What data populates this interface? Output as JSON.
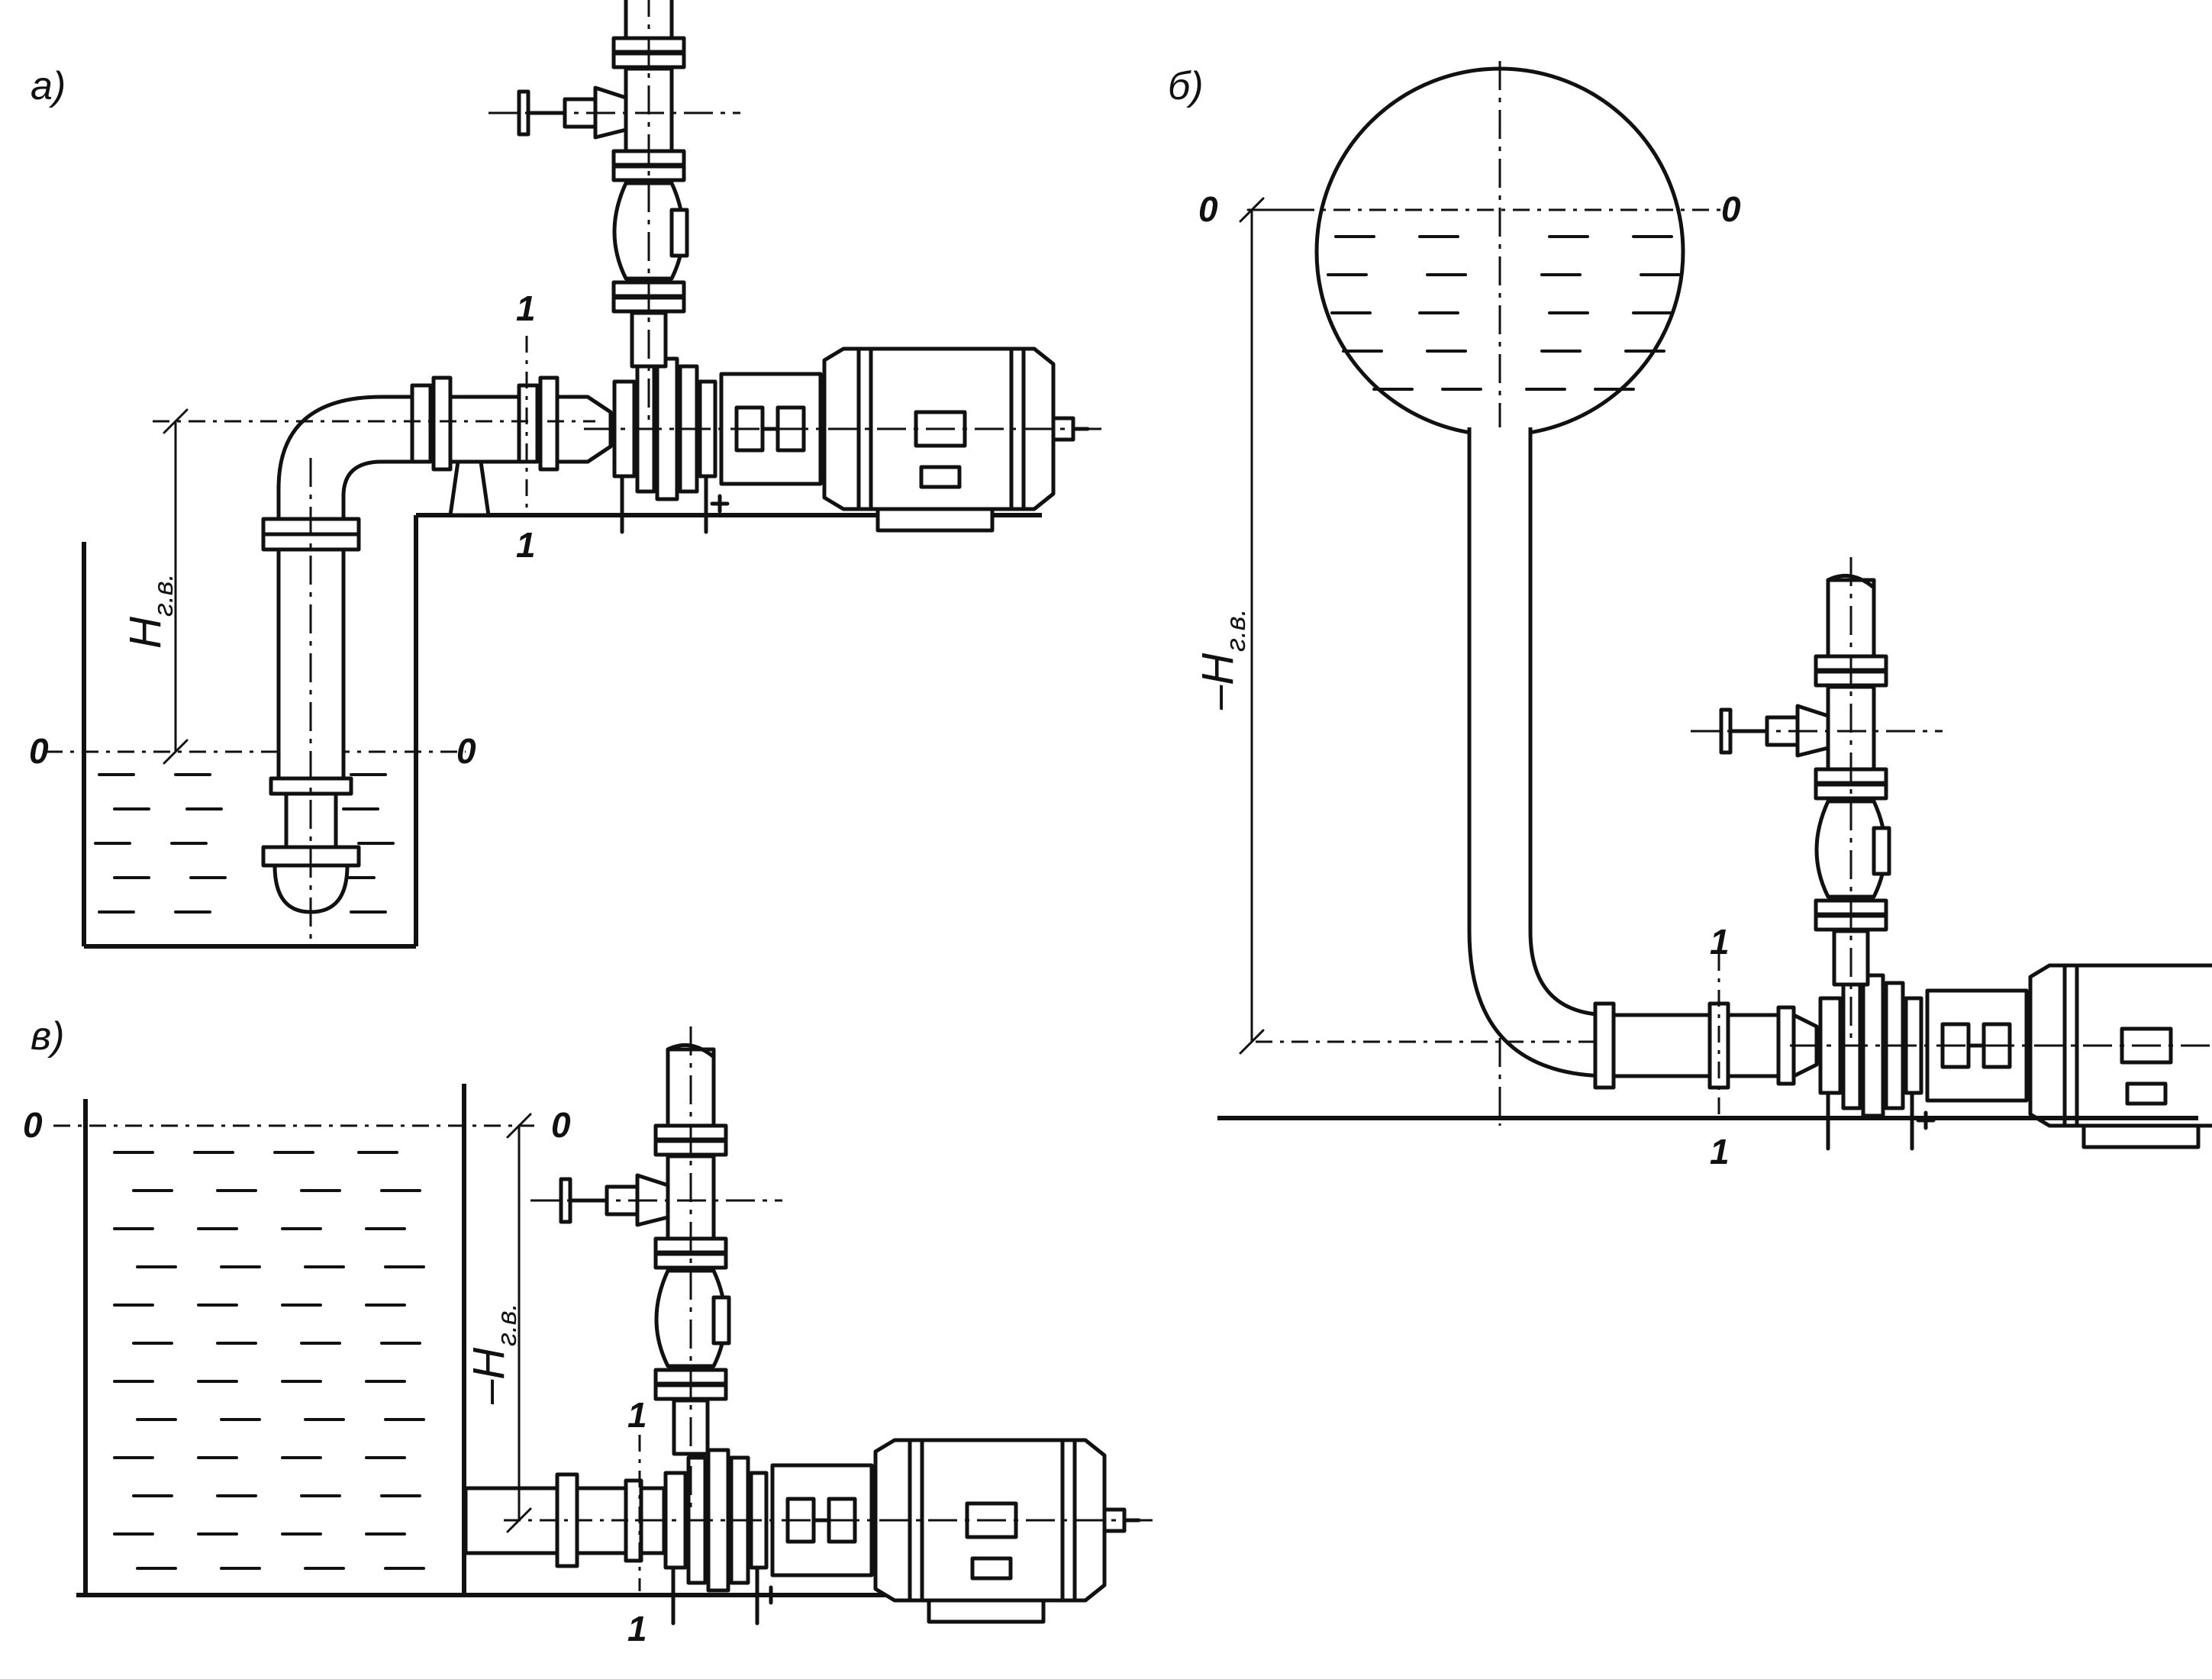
{
  "panels": {
    "a": {
      "label": "а)",
      "level_left": "0",
      "level_right": "0",
      "section_top": "1",
      "section_bottom": "1",
      "head_main": "H",
      "head_sub": "г.в."
    },
    "b": {
      "label": "б)",
      "level_left": "0",
      "level_right": "0",
      "section_top": "1",
      "section_bottom": "1",
      "head_main": "–H",
      "head_sub": "г.в."
    },
    "c": {
      "label": "в)",
      "level_left": "0",
      "level_right": "0",
      "section_top": "1",
      "section_bottom": "1",
      "head_main": "–H",
      "head_sub": "г.в."
    }
  }
}
